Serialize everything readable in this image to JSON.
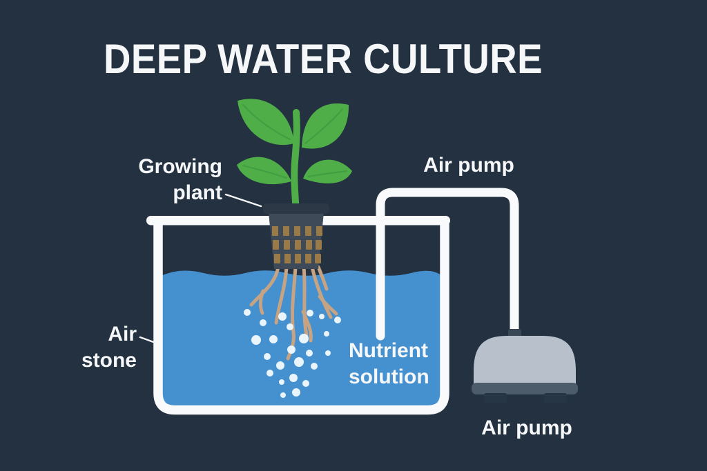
{
  "title": "DEEP WATER CULTURE",
  "labels": {
    "growing_plant_line1": "Growing",
    "growing_plant_line2": "plant",
    "air_pump_top": "Air pump",
    "air_stone_line1": "Air",
    "air_stone_line2": "stone",
    "nutrient_solution_line1": "Nutrient",
    "nutrient_solution_line2": "solution",
    "air_pump_bottom": "Air pump"
  },
  "colors": {
    "background": "#233140",
    "text": "#F5F7F9",
    "tank_outline": "#F8FAFB",
    "tube": "#F8FAFB",
    "water": "#4590CF",
    "bubble": "#EAF4FB",
    "leaf_green": "#50AE49",
    "leaf_vein": "#3E9C40",
    "pot_body": "#3E4A58",
    "pot_rim": "#2C3845",
    "pot_slot": "#9A7A47",
    "root": "#C6A383",
    "pump_body": "#B7C0CB",
    "pump_base": "#4D5C6A",
    "pump_feet": "#273645",
    "pump_connector": "#3A4754"
  },
  "bubbles": [
    [
      358,
      453,
      5
    ],
    [
      381,
      468,
      5
    ],
    [
      409,
      459,
      6
    ],
    [
      420,
      474,
      5
    ],
    [
      449,
      454,
      5
    ],
    [
      466,
      459,
      4
    ],
    [
      489,
      464,
      5
    ],
    [
      371,
      493,
      7
    ],
    [
      396,
      492,
      6
    ],
    [
      440,
      491,
      7
    ],
    [
      473,
      484,
      4
    ],
    [
      422,
      507,
      6
    ],
    [
      448,
      512,
      5
    ],
    [
      387,
      517,
      5
    ],
    [
      433,
      525,
      7
    ],
    [
      475,
      512,
      4
    ],
    [
      406,
      530,
      6
    ],
    [
      455,
      531,
      5
    ],
    [
      391,
      541,
      5
    ],
    [
      425,
      548,
      6
    ],
    [
      443,
      556,
      5
    ],
    [
      408,
      554,
      4
    ],
    [
      429,
      569,
      6
    ],
    [
      410,
      573,
      4
    ]
  ]
}
